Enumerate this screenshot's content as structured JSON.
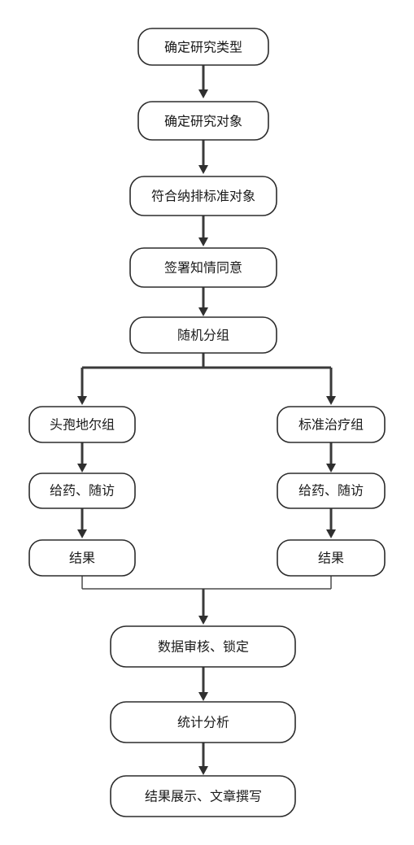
{
  "steps": {
    "type": "确定研究类型",
    "subject": "确定研究对象",
    "criteria": "符合纳排标准对象",
    "consent": "签署知情同意",
    "random": "随机分组",
    "group_left": "头孢地尔组",
    "group_right": "标准治疗组",
    "follow_left": "给药、随访",
    "follow_right": "给药、随访",
    "result_left": "结果",
    "result_right": "结果",
    "audit": "数据审核、锁定",
    "stats": "统计分析",
    "report": "结果展示、文章撰写"
  }
}
